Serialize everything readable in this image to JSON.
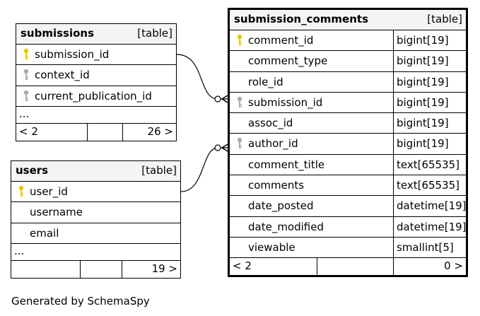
{
  "submissions": {
    "name": "submissions",
    "kind": "[table]",
    "columns": [
      {
        "name": "submission_id",
        "key": "primary"
      },
      {
        "name": "context_id",
        "key": "foreign"
      },
      {
        "name": "current_publication_id",
        "key": "foreign"
      }
    ],
    "ellipsis": "...",
    "footer": {
      "left": "< 2",
      "right": "26 >"
    }
  },
  "users": {
    "name": "users",
    "kind": "[table]",
    "columns": [
      {
        "name": "user_id",
        "key": "primary"
      },
      {
        "name": "username",
        "key": "none"
      },
      {
        "name": "email",
        "key": "none"
      }
    ],
    "ellipsis": "...",
    "footer": {
      "left": "",
      "right": "19 >"
    }
  },
  "submission_comments": {
    "name": "submission_comments",
    "kind": "[table]",
    "columns": [
      {
        "name": "comment_id",
        "type": "bigint[19]",
        "key": "primary"
      },
      {
        "name": "comment_type",
        "type": "bigint[19]",
        "key": "none"
      },
      {
        "name": "role_id",
        "type": "bigint[19]",
        "key": "none"
      },
      {
        "name": "submission_id",
        "type": "bigint[19]",
        "key": "foreign"
      },
      {
        "name": "assoc_id",
        "type": "bigint[19]",
        "key": "none"
      },
      {
        "name": "author_id",
        "type": "bigint[19]",
        "key": "foreign"
      },
      {
        "name": "comment_title",
        "type": "text[65535]",
        "key": "none"
      },
      {
        "name": "comments",
        "type": "text[65535]",
        "key": "none"
      },
      {
        "name": "date_posted",
        "type": "datetime[19]",
        "key": "none"
      },
      {
        "name": "date_modified",
        "type": "datetime[19]",
        "key": "none"
      },
      {
        "name": "viewable",
        "type": "smallint[5]",
        "key": "none"
      }
    ],
    "footer": {
      "left": "< 2",
      "right": "0 >"
    }
  },
  "generated_by": "Generated by SchemaSpy",
  "colors": {
    "primary_key": "#e8c800",
    "foreign_key": "#aaaaaa",
    "header_bg": "#f4f4f4"
  }
}
